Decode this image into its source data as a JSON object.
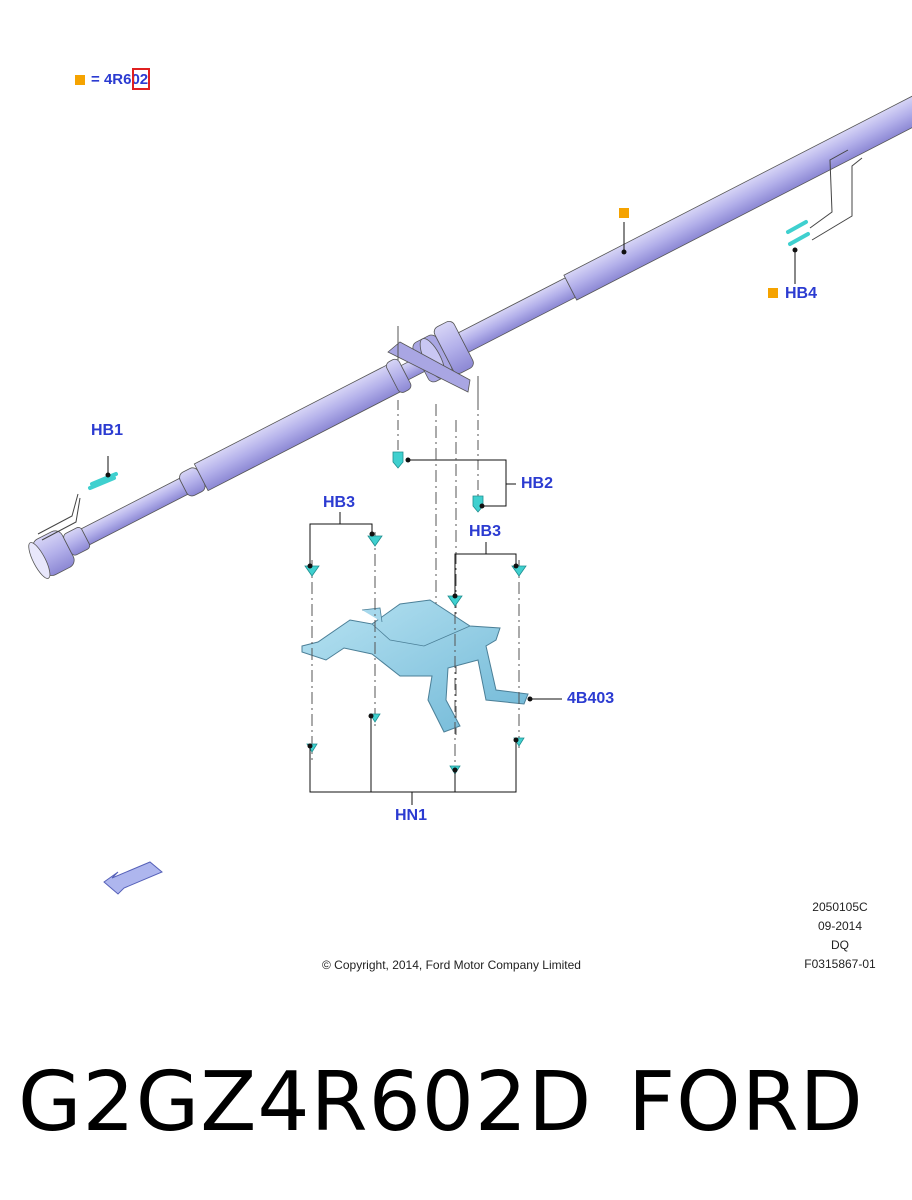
{
  "legend": {
    "equals": "=",
    "code": "4R602",
    "marker_color": "#f5a300"
  },
  "callouts": {
    "hb1": "HB1",
    "hb2": "HB2",
    "hb3_left": "HB3",
    "hb3_right": "HB3",
    "hb4": "HB4",
    "part_4b403": "4B403",
    "hn1": "HN1"
  },
  "footer": {
    "copyright": "© Copyright, 2014, Ford Motor Company Limited",
    "ref_code": "2050105C",
    "date": "09-2014",
    "initials": "DQ",
    "figure_id": "F0315867-01"
  },
  "product": {
    "part_number": "G2GZ4R602D",
    "brand": "FORD"
  },
  "colors": {
    "shaft": "#b3b0ea",
    "shaft_dark": "#8c88d4",
    "bracket": "#86c9e4",
    "fastener": "#3fd0cf",
    "callout_text": "#2b3bd1",
    "marker": "#f5a300",
    "highlight_box": "#e02020"
  }
}
